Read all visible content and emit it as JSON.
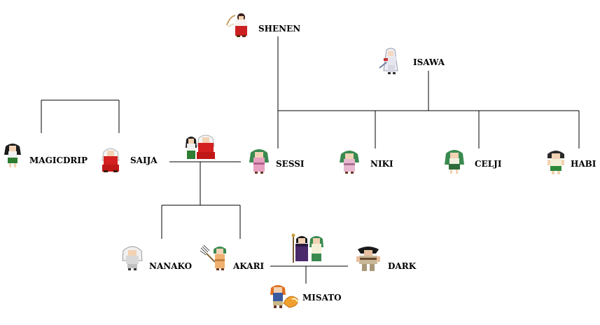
{
  "members": {
    "shenen": "SHENEN",
    "isawa": "ISAWA",
    "magicdrip": "MAGICDRIP",
    "saija": "SAIJA",
    "sessi": "SESSI",
    "niki": "NIKI",
    "celji": "CELJI",
    "habi": "HABI",
    "nanako": "NANAKO",
    "akari": "AKARI",
    "dark": "DARK",
    "misato": "MISATO"
  },
  "sprites": {
    "shenen": "priestess-sprite",
    "isawa": "white-haired-demon-sprite",
    "magicdrip": "dark-haired-girl-sprite",
    "saija": "red-robed-dog-demon-sprite",
    "couple_saija_sessi": "couple-sprite",
    "sessi": "green-haired-kimono-sprite",
    "niki": "green-haired-kimono-sprite",
    "celji": "green-haired-girl-sprite",
    "habi": "green-dress-boy-sprite",
    "nanako": "white-haired-child-sprite",
    "akari": "child-with-rake-sprite",
    "couple_akari_dark": "couple-with-staff-sprite",
    "dark": "dark-haired-warrior-sprite",
    "misato": "orange-haired-fox-child-sprite"
  },
  "colors": {
    "line": "#000000",
    "background": "#ffffff"
  }
}
